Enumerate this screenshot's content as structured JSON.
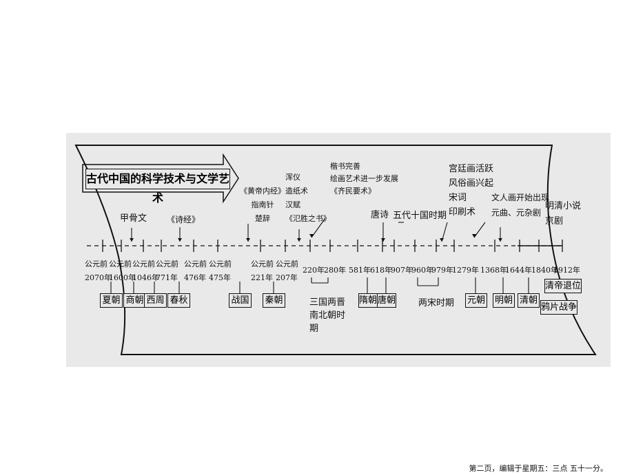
{
  "title": "古代中国的科学技术与文学艺术",
  "events": [
    {
      "key": "jiaguwen",
      "text": "甲骨文"
    },
    {
      "key": "shijing",
      "text": "《诗经》"
    },
    {
      "key": "huangdi",
      "lines": [
        "《黄帝内经》",
        "指南针",
        "楚辞"
      ]
    },
    {
      "key": "hunyi",
      "lines": [
        "浑仪",
        "造纸术",
        "汉赋",
        "《氾胜之书》"
      ]
    },
    {
      "key": "kaishu",
      "lines": [
        "楷书完善",
        "绘画艺术进一步发展",
        "《齐民要术》"
      ]
    },
    {
      "key": "tangshi",
      "text": "唐诗"
    },
    {
      "key": "wudai",
      "text": "五代十国时期"
    },
    {
      "key": "gongting",
      "lines": [
        "宫廷画活跃",
        "风俗画兴起",
        "宋词",
        "印刷术"
      ]
    },
    {
      "key": "wenrenhua",
      "lines": [
        "文人画开始出现",
        "元曲、元杂剧"
      ]
    },
    {
      "key": "mingqing",
      "lines": [
        "明清小说",
        "京剧"
      ]
    }
  ],
  "dates_bce": [
    {
      "key": "d2070",
      "lines": [
        "公元前",
        "2070年"
      ]
    },
    {
      "key": "d1600",
      "lines": [
        "公元前",
        "1600年"
      ]
    },
    {
      "key": "d1046",
      "lines": [
        "公元前",
        "1046年"
      ]
    },
    {
      "key": "d771",
      "lines": [
        "公元前",
        "771年"
      ]
    },
    {
      "key": "d476",
      "lines": [
        "公元前",
        "476年"
      ]
    },
    {
      "key": "d475",
      "lines": [
        "公元前",
        "475年"
      ]
    },
    {
      "key": "d221",
      "lines": [
        "公元前",
        "221年"
      ]
    },
    {
      "key": "d207",
      "lines": [
        "公元前",
        "207年"
      ]
    }
  ],
  "dates_ce": [
    "220年",
    "280年",
    "581年",
    "618年",
    "907年",
    "960年",
    "979年",
    "1279年",
    "1368年",
    "1644年",
    "1840年",
    "1912年"
  ],
  "periods": [
    {
      "key": "xia",
      "text": "夏朝"
    },
    {
      "key": "shang",
      "text": "商朝"
    },
    {
      "key": "xizhou",
      "text": "西周"
    },
    {
      "key": "chunqiu",
      "text": "春秋"
    },
    {
      "key": "zhanguo",
      "text": "战国"
    },
    {
      "key": "qin",
      "text": "秦朝"
    },
    {
      "key": "sanguo",
      "lines": [
        "三国两晋",
        "南北朝时",
        "期"
      ]
    },
    {
      "key": "sui",
      "text": "隋朝"
    },
    {
      "key": "tang",
      "text": "唐朝"
    },
    {
      "key": "liangsong",
      "text": "两宋时期"
    },
    {
      "key": "yuan",
      "text": "元朝"
    },
    {
      "key": "ming",
      "text": "明朝"
    },
    {
      "key": "qing",
      "text": "清朝"
    },
    {
      "key": "qingdi",
      "text": "清帝退位"
    },
    {
      "key": "yapian",
      "text": "鸦片战争"
    }
  ],
  "footer": "第二页，编辑于星期五：三点 五十一分。"
}
